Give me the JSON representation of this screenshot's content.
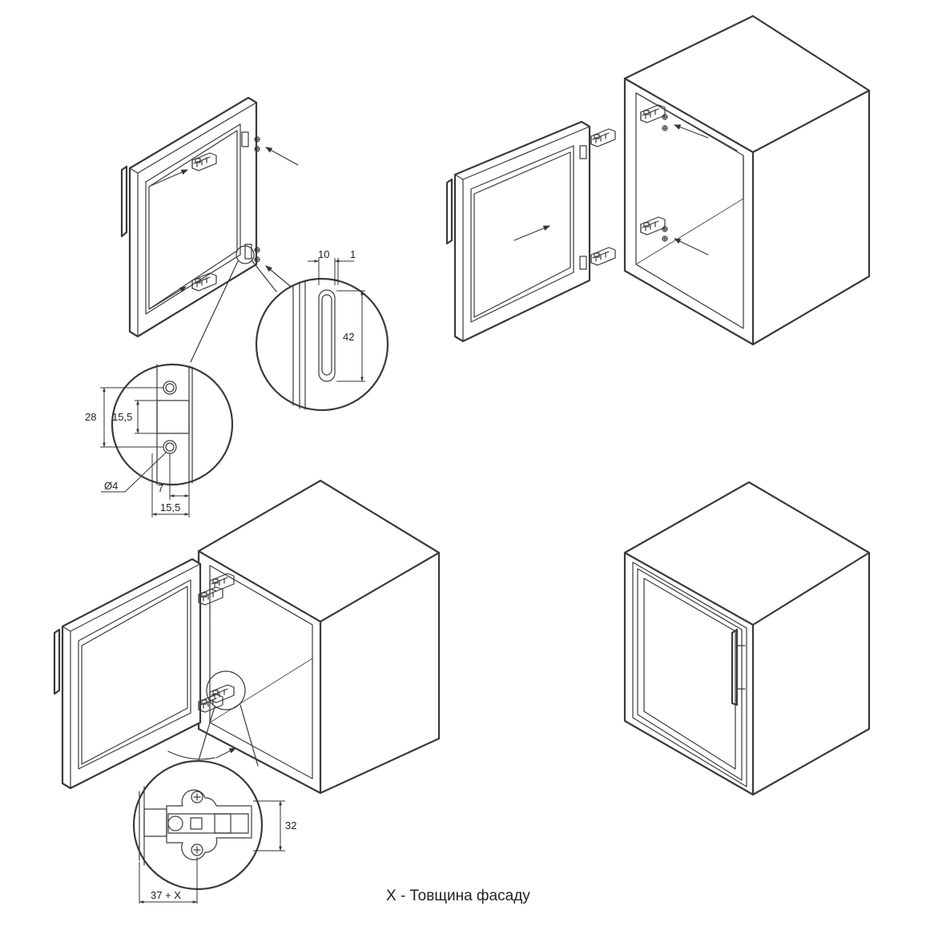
{
  "dimensions": {
    "slot_width": "10",
    "slot_offset": "1",
    "slot_length": "42",
    "hole_spacing": "28",
    "recess_height": "15,5",
    "hole_diameter": "Ø4",
    "hole_offset": "7",
    "recess_offset": "15,5",
    "plate_height": "32",
    "hinge_offset": "37 + X"
  },
  "caption": "X - Товщина фасаду",
  "icons": [
    "arrow-icon",
    "hinge-icon",
    "screw-icon",
    "magnifier-circle"
  ]
}
